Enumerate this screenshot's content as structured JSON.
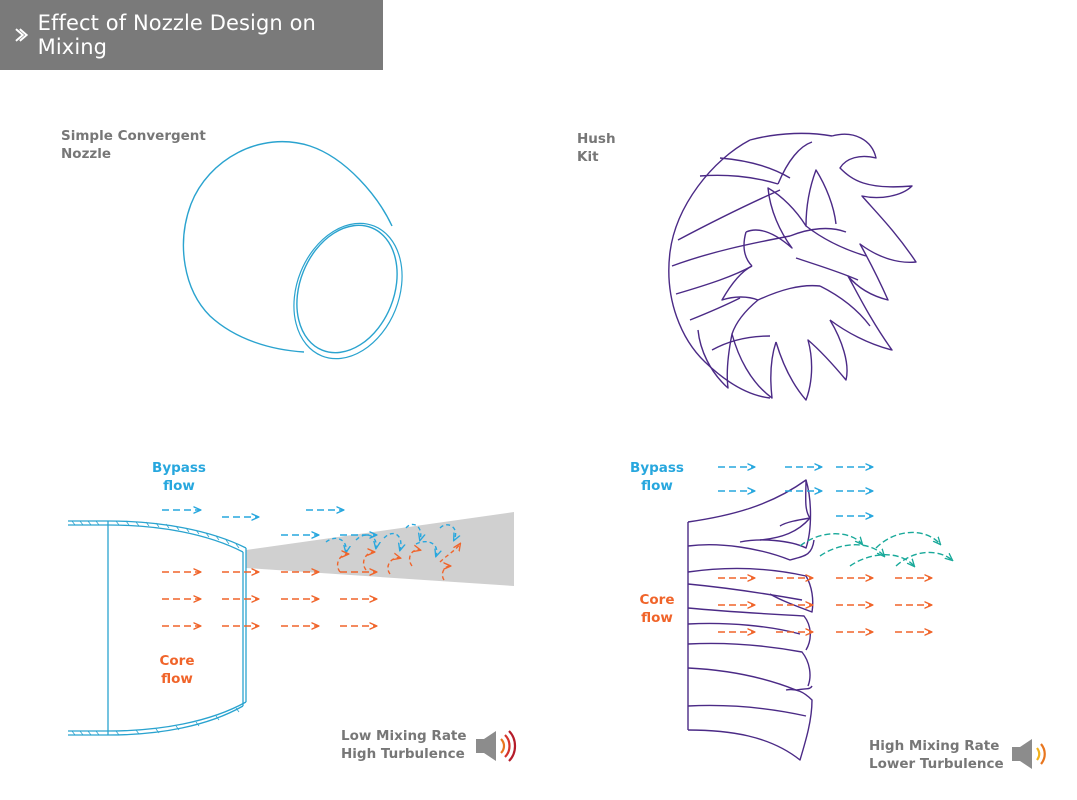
{
  "title": "Effect of Nozzle Design on Mixing",
  "panels": {
    "convergent": {
      "label_line1": "Simple Convergent",
      "label_line2": "Nozzle"
    },
    "hush_kit": {
      "label_line1": "Hush",
      "label_line2": "Kit"
    }
  },
  "left_diagram": {
    "bypass_line1": "Bypass",
    "bypass_line2": "flow",
    "core_line1": "Core",
    "core_line2": "flow",
    "result_line1": "Low Mixing Rate",
    "result_line2": "High Turbulence"
  },
  "right_diagram": {
    "bypass_line1": "Bypass",
    "bypass_line2": "flow",
    "core_line1": "Core",
    "core_line2": "flow",
    "result_line1": "High Mixing Rate",
    "result_line2": "Lower Turbulence"
  },
  "colors": {
    "bypass": "#27a7de",
    "core": "#f0642a",
    "mixed": "#19a99a",
    "nozzle": "#2aa3cf",
    "hushkit": "#4b2a86",
    "plume": "#d0d0d0",
    "title_bg": "#7a7a7a"
  },
  "icons": {
    "title": "chevron-right-icon",
    "sound": "speaker-icon"
  }
}
